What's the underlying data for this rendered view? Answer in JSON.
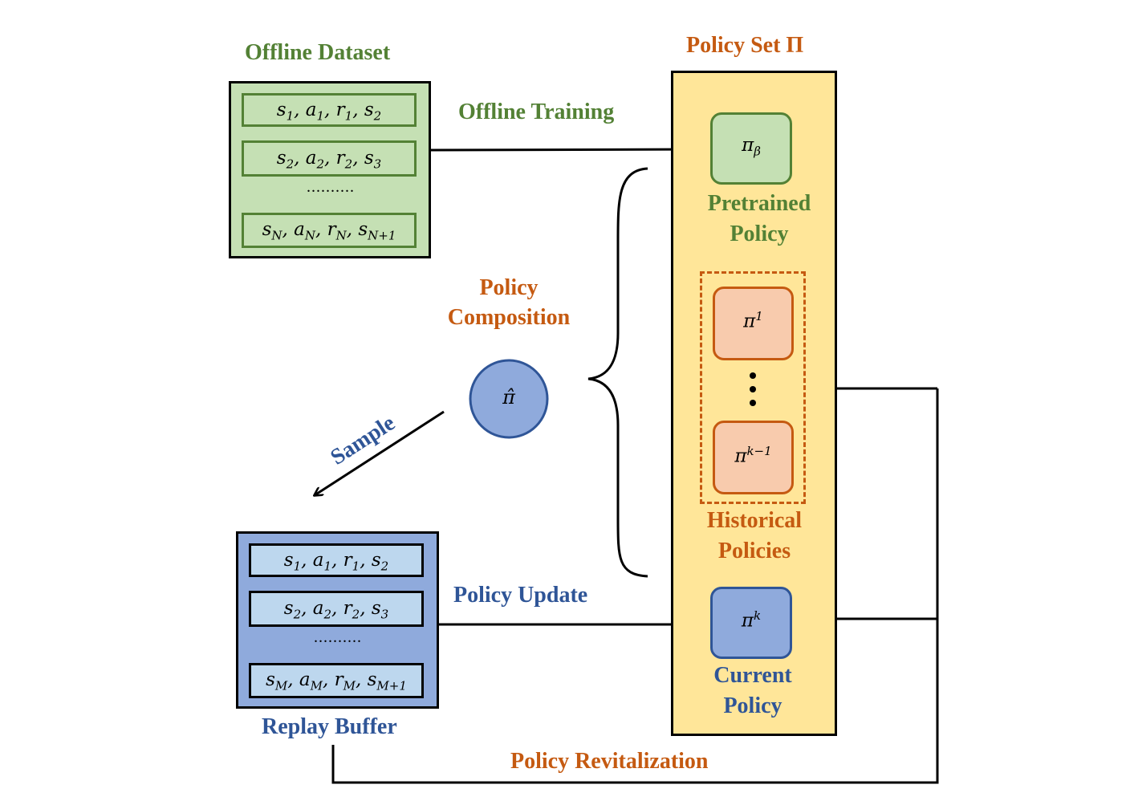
{
  "offline_dataset": {
    "title": "Offline Dataset",
    "rows": [
      "s_1, a_1, r_1, s_2",
      "s_2, a_2, r_2, s_3",
      "s_N, a_N, r_N, s_N+1"
    ],
    "ellipsis": "..........",
    "color": "#538135",
    "fill": "#C5E0B4"
  },
  "replay_buffer": {
    "title": "Replay Buffer",
    "rows": [
      "s_1, a_1, r_1, s_2",
      "s_2, a_2, r_2, s_3",
      "s_M, a_M, r_M, s_M+1"
    ],
    "ellipsis": "..........",
    "color": "#2F5597",
    "fill": "#8FAADC",
    "row_fill": "#BDD7EE"
  },
  "policy_set": {
    "title": "Policy Set Π",
    "fill": "#FFE699",
    "pretrained": {
      "symbol": "π_β",
      "label_line1": "Pretrained",
      "label_line2": "Policy"
    },
    "historical": {
      "first": "π^1",
      "vdots": "⋮",
      "last": "π^{k−1}",
      "label_line1": "Historical",
      "label_line2": "Policies"
    },
    "current": {
      "symbol": "π^k",
      "label_line1": "Current",
      "label_line2": "Policy"
    }
  },
  "composition": {
    "label_line1": "Policy",
    "label_line2": "Composition",
    "symbol": "π̂"
  },
  "edges": {
    "offline_training": "Offline Training",
    "sample": "Sample",
    "policy_update": "Policy Update",
    "policy_revitalization": "Policy Revitalization"
  },
  "colors": {
    "green": "#538135",
    "orange": "#C55A11",
    "blue": "#2F5597",
    "orange_fill": "#F8CBAD"
  }
}
